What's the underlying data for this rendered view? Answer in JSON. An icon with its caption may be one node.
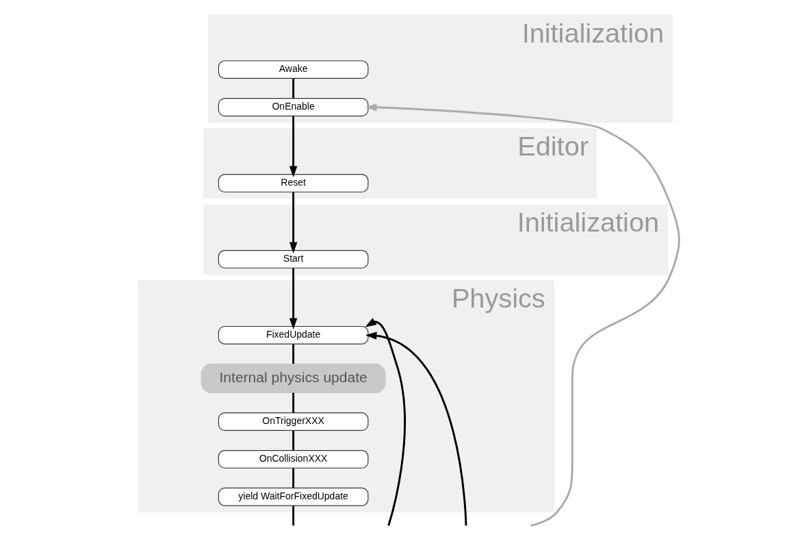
{
  "diagram": {
    "nodes": [
      {
        "text": [
          "Initialization"
        ]
      },
      {
        "text": [
          "Awake"
        ],
        "in": 0
      },
      {
        "text": [
          "OnEnable"
        ],
        "in": 0
      },
      {
        "text": [
          "Editor"
        ]
      },
      {
        "text": [
          "Reset"
        ],
        "in": 3
      },
      {
        "text": [
          "Initialization"
        ]
      },
      {
        "text": [
          "Start"
        ],
        "in": 5
      },
      {
        "text": [
          "Physics"
        ]
      },
      {
        "text": [
          "FixedUpdate"
        ],
        "in": 7
      },
      {
        "text": [
          "Internal physics update"
        ],
        "in": 7
      },
      {
        "text": [
          "OnTriggerXXX"
        ],
        "in": 7
      },
      {
        "text": [
          "OnCollisionXXX"
        ],
        "in": 7
      },
      {
        "text": [
          "yield WaitForFixedUpdate"
        ],
        "in": 7
      }
    ],
    "edges": [
      {
        "from": 1,
        "to": 2,
        "arrow": "none"
      },
      {
        "from": 2,
        "to": 4,
        "arrow": "to"
      },
      {
        "from": 4,
        "to": 6,
        "arrow": "to"
      },
      {
        "from": 6,
        "to": 8,
        "arrow": "to"
      },
      {
        "from": null,
        "to": 8,
        "arrow": "to"
      },
      {
        "from": null,
        "to": 8,
        "arrow": "to"
      },
      {
        "from": null,
        "to": 2,
        "arrow": "to",
        "color": "#aaaaaa"
      },
      {
        "from": 8,
        "to": 9,
        "arrow": "none"
      },
      {
        "from": 9,
        "to": 10,
        "arrow": "none"
      },
      {
        "from": 10,
        "to": 11,
        "arrow": "none"
      },
      {
        "from": 11,
        "to": 12,
        "arrow": "none"
      },
      {
        "from": 12,
        "to": null,
        "arrow": "none"
      }
    ]
  }
}
